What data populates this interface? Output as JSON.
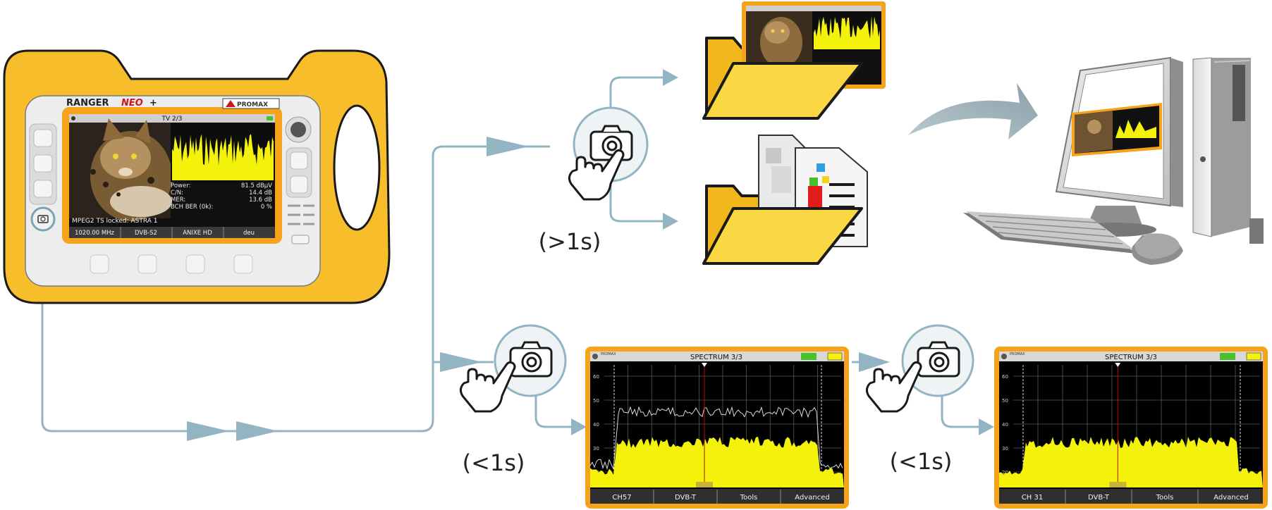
{
  "device": {
    "brand": "RANGER",
    "model": "NEO",
    "model_suffix": "+",
    "maker": "PROMAX",
    "screen": {
      "title": "TV 2/3",
      "status_lines": [
        "Power:",
        "C/N:",
        "MER:",
        "BCH BER (0k):"
      ],
      "status_values": [
        "81.5 dBµV",
        "14.4 dB",
        "13.6 dB",
        "0 %"
      ],
      "lock_text": "MPEG2 TS locked: ASTRA 1",
      "softkeys": [
        "1020.00 MHz",
        "DVB-S2",
        "ANIXE HD",
        "deu"
      ]
    }
  },
  "labels": {
    "long_press": "(>1s)",
    "short_press_1": "(<1s)",
    "short_press_2": "(<1s)"
  },
  "spectrum_1": {
    "header": "SPECTRUM  3/3",
    "brand": "PROMAX",
    "ticks": [
      "60",
      "50",
      "40",
      "30",
      "20"
    ],
    "softkeys": [
      "CH57",
      "DVB-T",
      "Tools",
      "Advanced"
    ]
  },
  "spectrum_2": {
    "header": "SPECTRUM  3/3",
    "brand": "PROMAX",
    "ticks": [
      "60",
      "50",
      "40",
      "30",
      "20"
    ],
    "softkeys": [
      "CH 31",
      "DVB-T",
      "Tools",
      "Advanced"
    ]
  },
  "colors": {
    "device_yellow": "#f7bd2b",
    "arrow_blue": "#93b4c2",
    "spectrum_yellow": "#f4f20a",
    "folder_yellow": "#fbd743"
  }
}
